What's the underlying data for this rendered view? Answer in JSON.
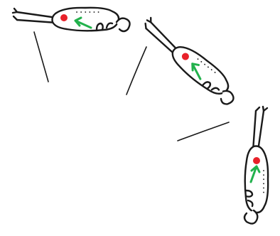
{
  "figure": {
    "colors": {
      "ink": "#1a1a1a",
      "center_of_mass": "#e8212a",
      "force_arrow": "#22b14c",
      "background": "#ffffff"
    },
    "poses": [
      {
        "id": "pose-1",
        "description_icon": "diver-body-horizontal"
      },
      {
        "id": "pose-2",
        "description_icon": "diver-body-diagonal"
      },
      {
        "id": "pose-3",
        "description_icon": "diver-body-vertical"
      }
    ]
  }
}
